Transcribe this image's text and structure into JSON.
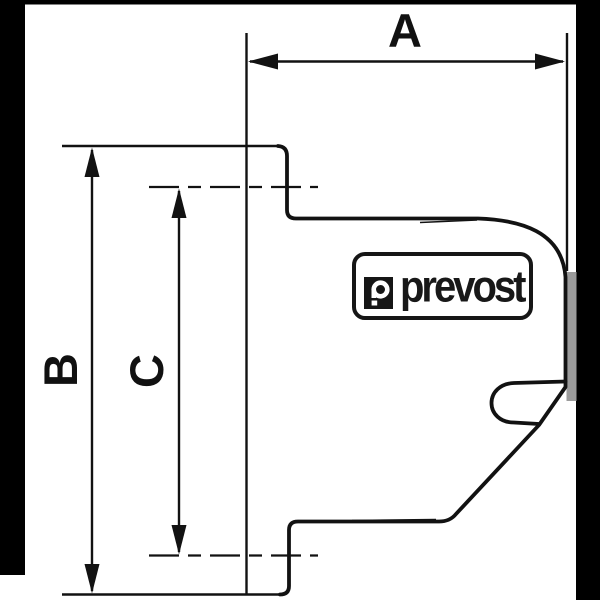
{
  "diagram": {
    "kind": "technical dimension drawing",
    "dimensions": {
      "a": {
        "label": "A",
        "orientation": "horizontal"
      },
      "b": {
        "label": "B",
        "orientation": "vertical"
      },
      "c": {
        "label": "C",
        "orientation": "vertical"
      }
    },
    "logo": {
      "text": "prevost"
    },
    "colors": {
      "line": "#121212",
      "background": "#ffffff",
      "photo_border": "#000000",
      "seal_gray": "#9b9b9b"
    }
  }
}
